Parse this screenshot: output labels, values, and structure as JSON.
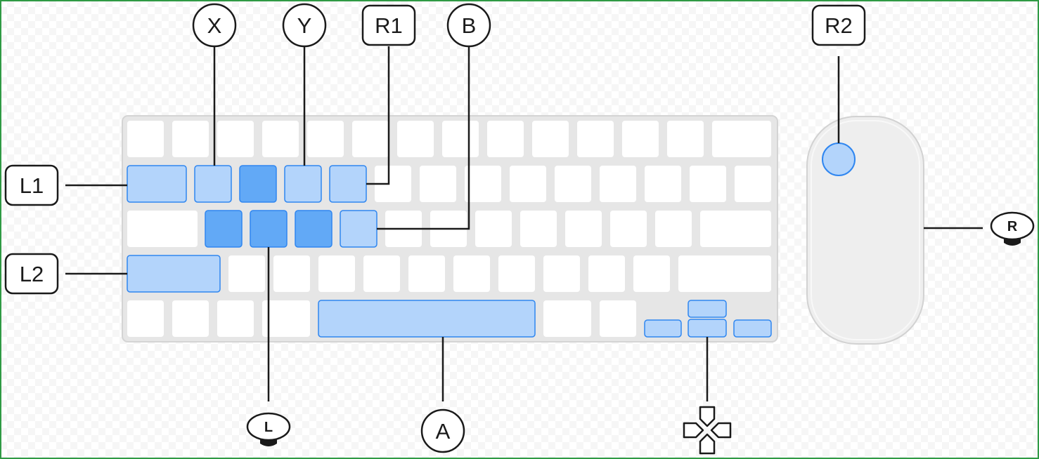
{
  "diagram": {
    "labels": {
      "x": "X",
      "y": "Y",
      "r1": "R1",
      "b": "B",
      "r2": "R2",
      "l1": "L1",
      "l2": "L2",
      "a": "A",
      "left_stick": "L",
      "right_stick": "R"
    },
    "icons": {
      "left_stick": "joystick-left-icon",
      "right_stick": "joystick-right-icon",
      "dpad": "dpad-icon"
    },
    "colors": {
      "highlight_light": "#b3d4fb",
      "highlight_dark": "#62a9f6",
      "highlight_border": "#2f86f0",
      "key_fill": "#ffffff",
      "keyboard_body": "#e6e6e6",
      "mouse_body": "#eeeeee",
      "line": "#1a1a1a"
    }
  }
}
